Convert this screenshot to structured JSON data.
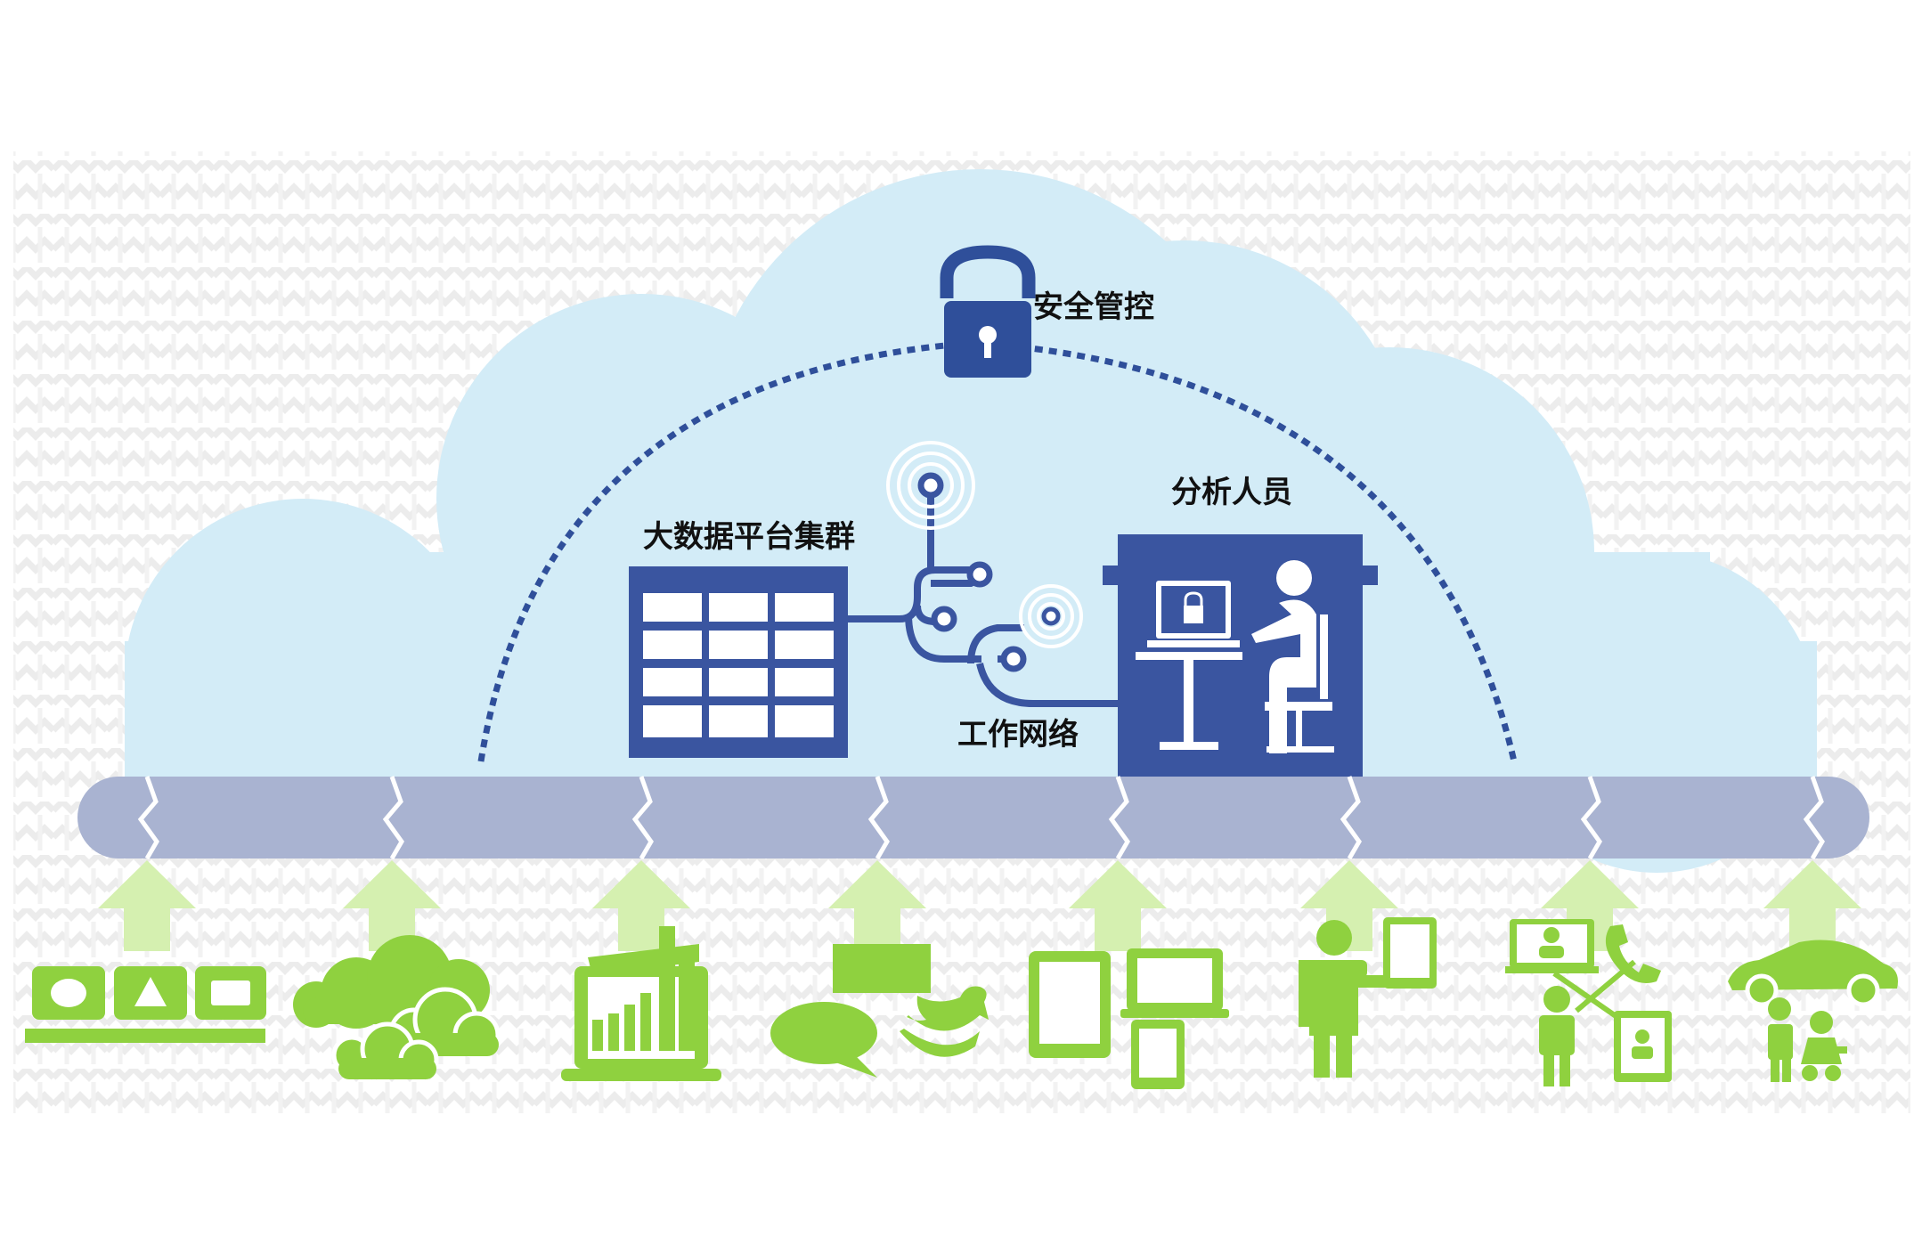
{
  "colors": {
    "cloud": "#d3ecf7",
    "navy": "#3a55a0",
    "pipe": "#a9b3d1",
    "green": "#8fd13f",
    "arrow": "#d5f0b0",
    "pattern": "#eeeeee"
  },
  "labels": {
    "security": "安全管控",
    "cluster": "大数据平台集群",
    "analyst": "分析人员",
    "network": "工作网络"
  },
  "sources": [
    {
      "icon": "shapes-tray-icon"
    },
    {
      "icon": "clouds-icon"
    },
    {
      "icon": "laptop-chart-icon"
    },
    {
      "icon": "social-chat-bird-icon"
    },
    {
      "icon": "devices-icon"
    },
    {
      "icon": "person-tablet-icon"
    },
    {
      "icon": "video-call-network-icon"
    },
    {
      "icon": "car-family-icon"
    }
  ]
}
